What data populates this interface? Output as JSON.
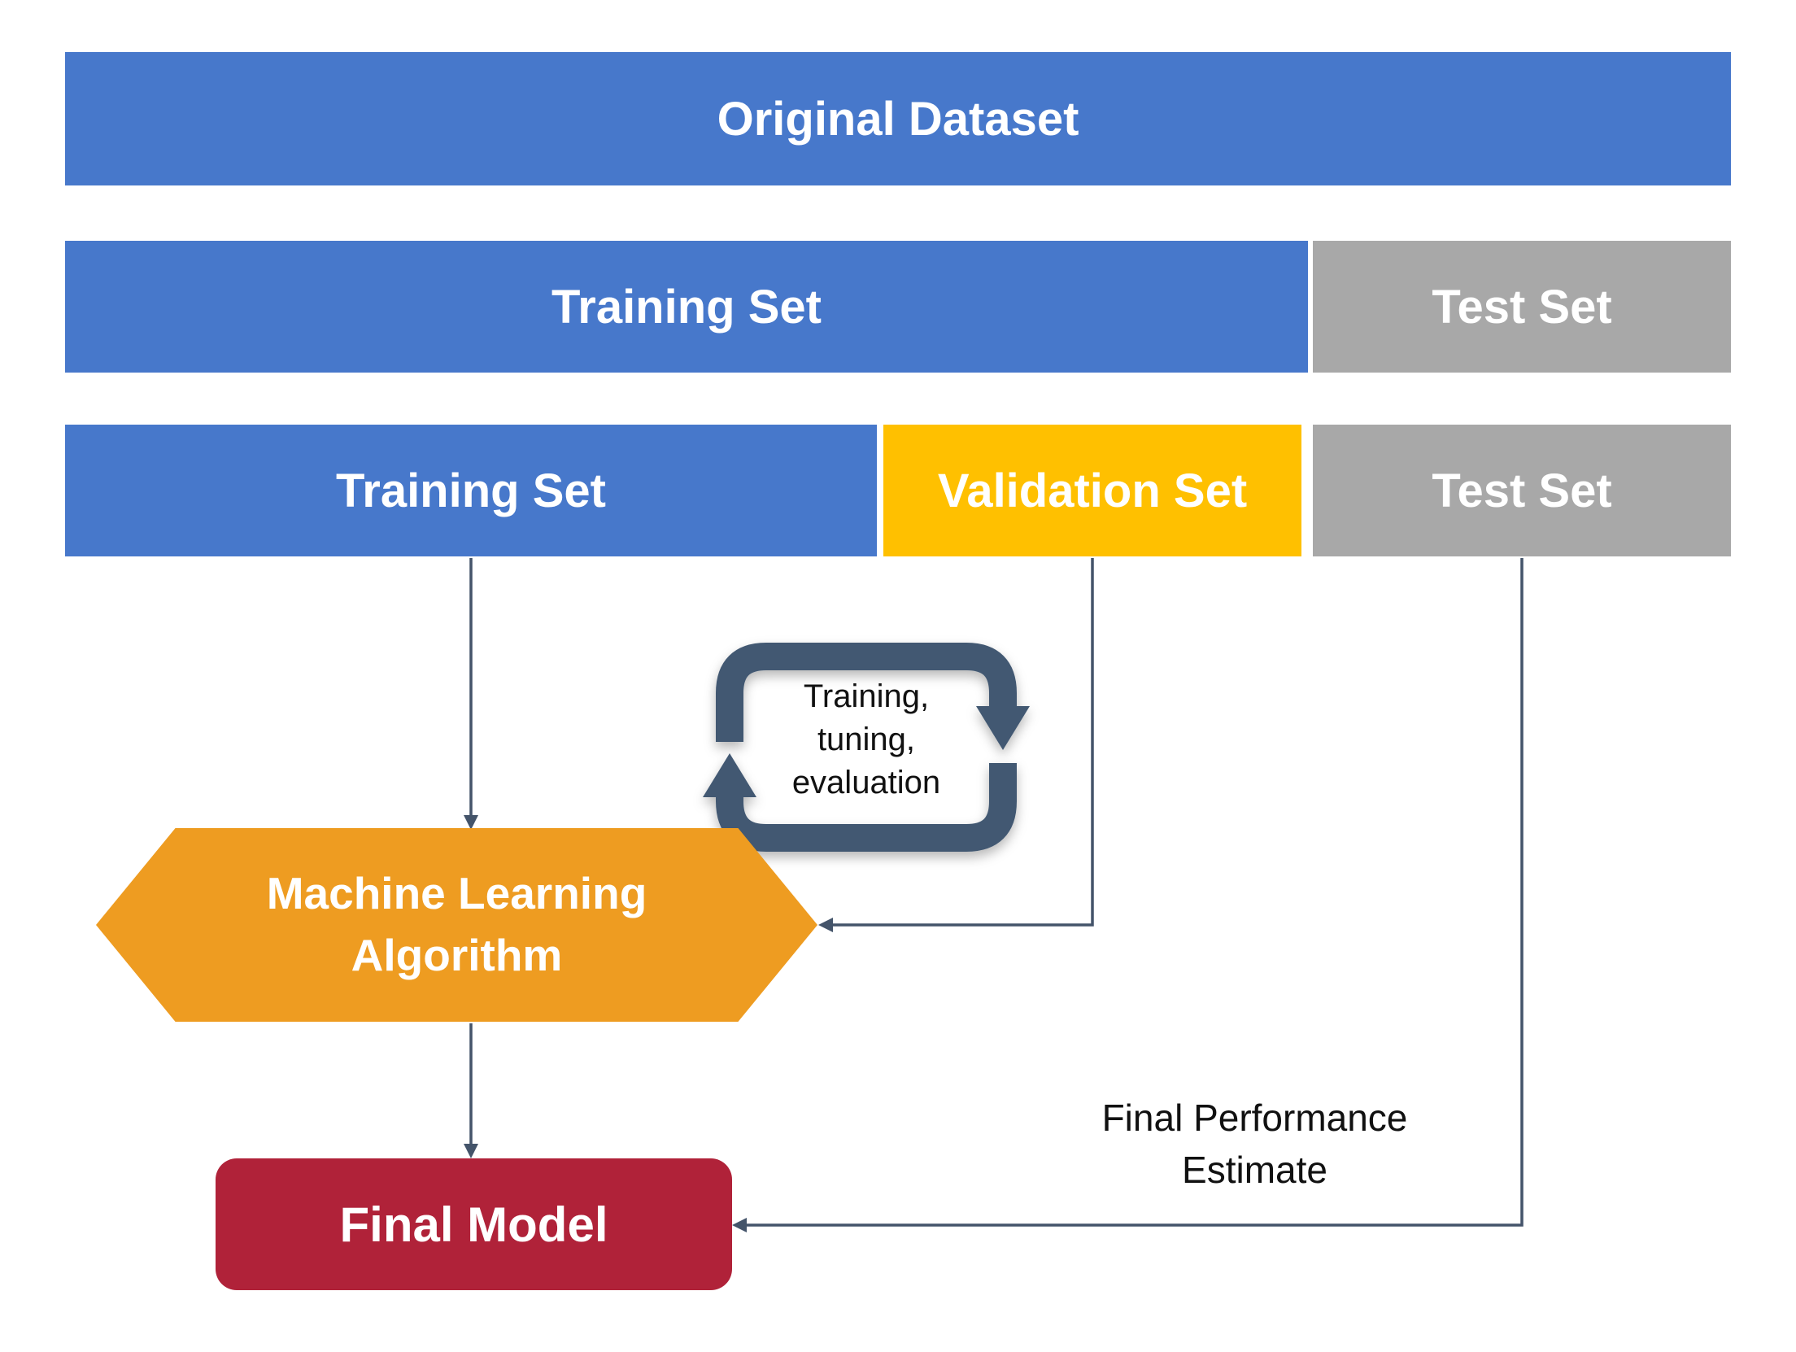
{
  "colors": {
    "blue": "#4778CB",
    "gray": "#A8A8A8",
    "yellow": "#FFC000",
    "orange": "#EE9C21",
    "red": "#B02239",
    "slate": "#425972",
    "arrow": "#44546A",
    "label_on_fill": "#FFFFFF",
    "label_dark": "#111111",
    "background": "#FFFFFF"
  },
  "nodes": {
    "original_dataset": {
      "label": "Original Dataset"
    },
    "split1": {
      "training": {
        "label": "Training Set"
      },
      "test": {
        "label": "Test Set"
      }
    },
    "split2": {
      "training": {
        "label": "Training Set"
      },
      "validation": {
        "label": "Validation Set"
      },
      "test": {
        "label": "Test Set"
      }
    },
    "ml_algorithm": {
      "lines": [
        "Machine Learning",
        "Algorithm"
      ]
    },
    "loop": {
      "lines": [
        "Training,",
        "tuning,",
        "evaluation"
      ]
    },
    "final_model": {
      "label": "Final Model"
    },
    "performance": {
      "lines": [
        "Final Performance",
        "Estimate"
      ]
    }
  }
}
